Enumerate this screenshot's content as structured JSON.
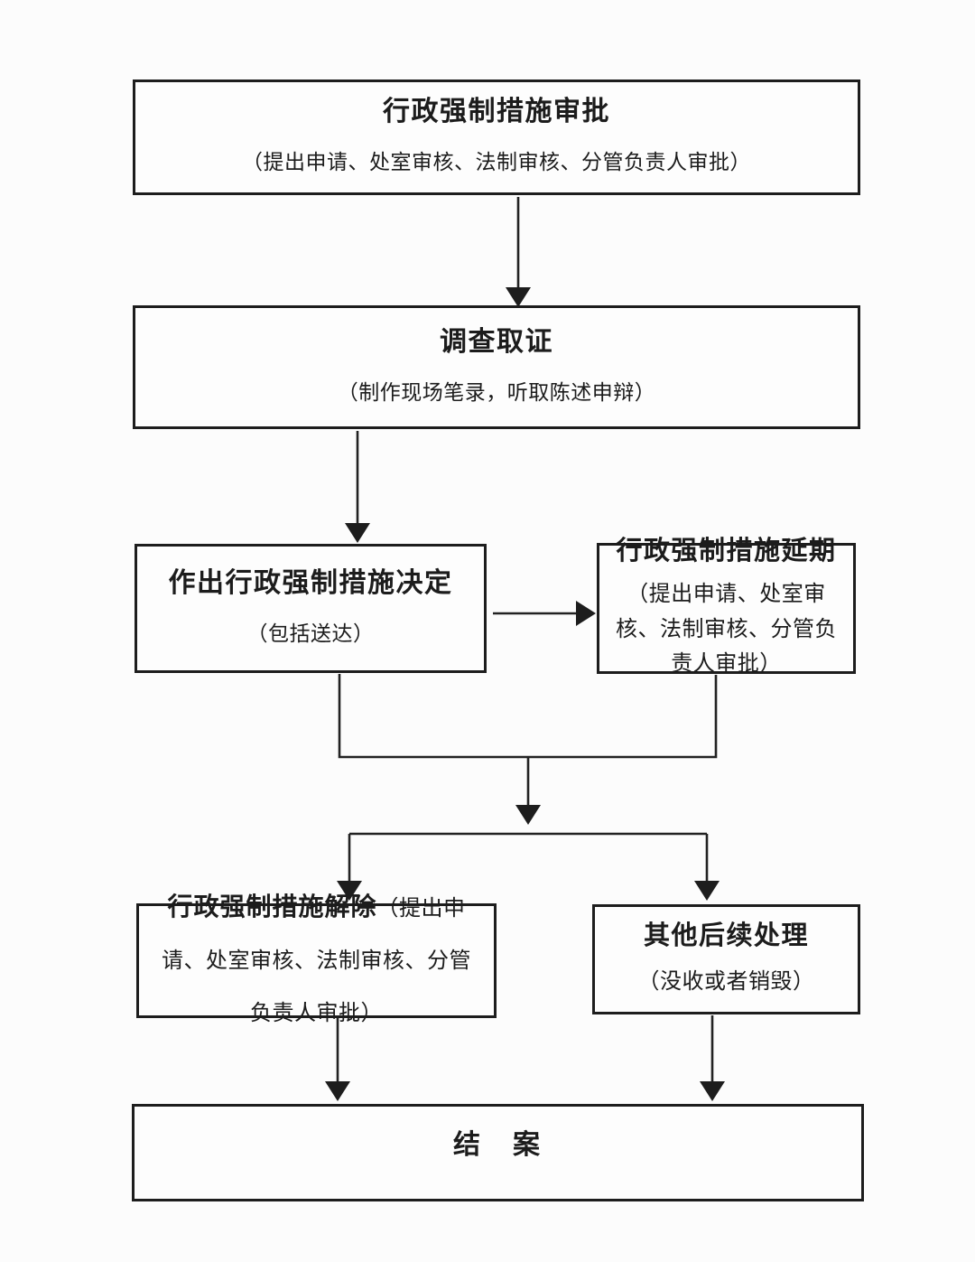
{
  "canvas": {
    "background": "#fcfcfc",
    "ink": "#1d1d1d"
  },
  "nodes": {
    "approval": {
      "title": "行政强制措施审批",
      "subtitle": "（提出申请、处室审核、法制审核、分管负责人审批）"
    },
    "investigation": {
      "title": "调查取证",
      "subtitle": "（制作现场笔录，听取陈述申辩）"
    },
    "decision": {
      "title": "作出行政强制措施决定",
      "subtitle": "（包括送达）"
    },
    "extension": {
      "title": "行政强制措施延期",
      "subtitle": "（提出申请、处室审核、法制审核、分管负责人审批）"
    },
    "release": {
      "title": "行政强制措施解除",
      "subtitle": "（提出申请、处室审核、法制审核、分管负责人审批）"
    },
    "followup": {
      "title": "其他后续处理",
      "subtitle": "（没收或者销毁）"
    },
    "close": {
      "title": "结　案"
    }
  }
}
